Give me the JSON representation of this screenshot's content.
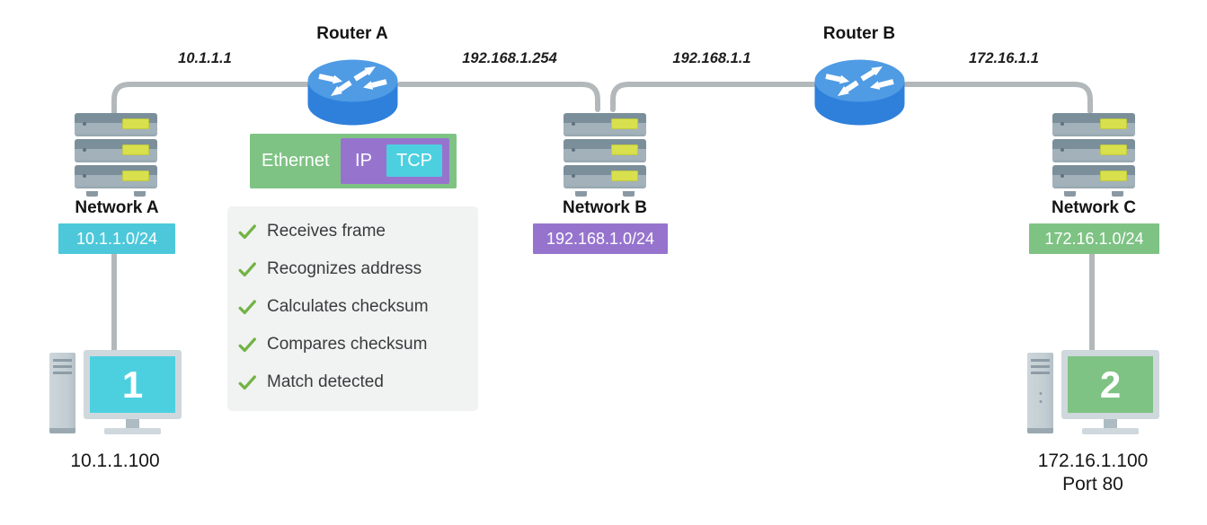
{
  "diagram": {
    "routers": [
      {
        "label": "Router A"
      },
      {
        "label": "Router B"
      }
    ],
    "links": [
      {
        "label": "10.1.1.1"
      },
      {
        "label": "192.168.1.254"
      },
      {
        "label": "192.168.1.1"
      },
      {
        "label": "172.16.1.1"
      }
    ],
    "networks": [
      {
        "label": "Network A",
        "subnet": "10.1.1.0/24",
        "color": "#4cc8da"
      },
      {
        "label": "Network B",
        "subnet": "192.168.1.0/24",
        "color": "#9674ce"
      },
      {
        "label": "Network C",
        "subnet": "172.16.1.0/24",
        "color": "#7ec384"
      }
    ],
    "hosts": [
      {
        "screen_number": "1",
        "address": "10.1.1.100",
        "screen_color": "#4cd0e0"
      },
      {
        "screen_number": "2",
        "address": "172.16.1.100",
        "port": "Port 80",
        "screen_color": "#7ec384"
      }
    ],
    "packet": {
      "layers": [
        {
          "label": "Ethernet",
          "color": "#7ec384"
        },
        {
          "label": "IP",
          "color": "#9674ce"
        },
        {
          "label": "TCP",
          "color": "#4cd0e0"
        }
      ]
    },
    "checklist": {
      "check_color": "#72b344",
      "items": [
        "Receives frame",
        "Recognizes address",
        "Calculates checksum",
        "Compares checksum",
        "Match detected"
      ]
    }
  }
}
